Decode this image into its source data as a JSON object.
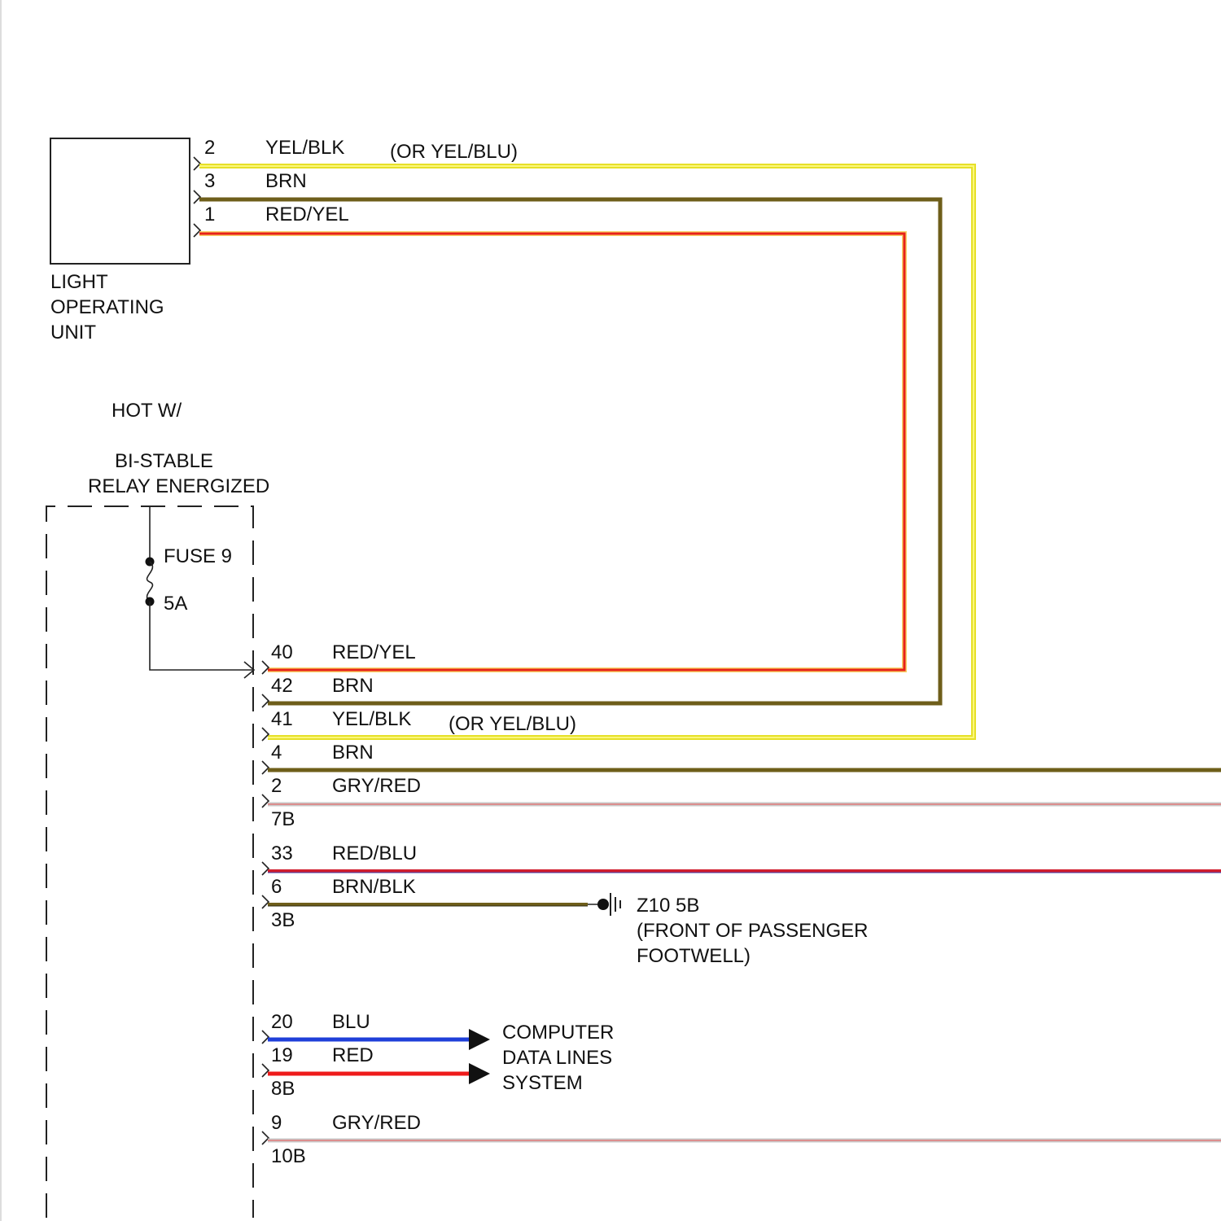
{
  "light_unit": {
    "label_lines": [
      "LIGHT",
      "OPERATING",
      "UNIT"
    ],
    "pins": [
      {
        "num": "2",
        "wire": "YEL/BLK",
        "note": "(OR YEL/BLU)",
        "color": "#f2ee1e"
      },
      {
        "num": "3",
        "wire": "BRN",
        "note": "",
        "color": "#6e5e1a"
      },
      {
        "num": "1",
        "wire": "RED/YEL",
        "note": "",
        "color": "#e8211a"
      }
    ]
  },
  "hot_label": {
    "line1": "HOT W/",
    "line2": "BI-STABLE",
    "line3": "RELAY ENERGIZED"
  },
  "fuse": {
    "name": "FUSE 9",
    "rating": "5A"
  },
  "module_pins": [
    {
      "num": "40",
      "wire": "RED/YEL",
      "note": "",
      "color": "#e8211a"
    },
    {
      "num": "42",
      "wire": "BRN",
      "note": "",
      "color": "#6e5e1a"
    },
    {
      "num": "41",
      "wire": "YEL/BLK",
      "note": "(OR YEL/BLU)",
      "color": "#f2ee1e"
    },
    {
      "num": "4",
      "wire": "BRN",
      "note": "",
      "color": "#6e5e1a"
    },
    {
      "num": "2",
      "wire": "GRY/RED",
      "note": "",
      "color": "#d9a7a7"
    }
  ],
  "connector_labels": [
    "7B",
    "3B",
    "8B",
    "10B"
  ],
  "module_pins_b": [
    {
      "num": "33",
      "wire": "RED/BLU",
      "color": "#c8203c"
    },
    {
      "num": "6",
      "wire": "BRN/BLK",
      "color": "#6e5e1a"
    }
  ],
  "ground": {
    "id": "Z10 5B",
    "location_line1": "(FRONT OF PASSENGER",
    "location_line2": "FOOTWELL)"
  },
  "data_pins": [
    {
      "num": "20",
      "wire": "BLU",
      "color": "#1f3fd9"
    },
    {
      "num": "19",
      "wire": "RED",
      "color": "#ee1b1b"
    }
  ],
  "data_system": {
    "line1": "COMPUTER",
    "line2": "DATA LINES",
    "line3": "SYSTEM"
  },
  "last_pin": {
    "num": "9",
    "wire": "GRY/RED",
    "color": "#d9a7a7"
  }
}
